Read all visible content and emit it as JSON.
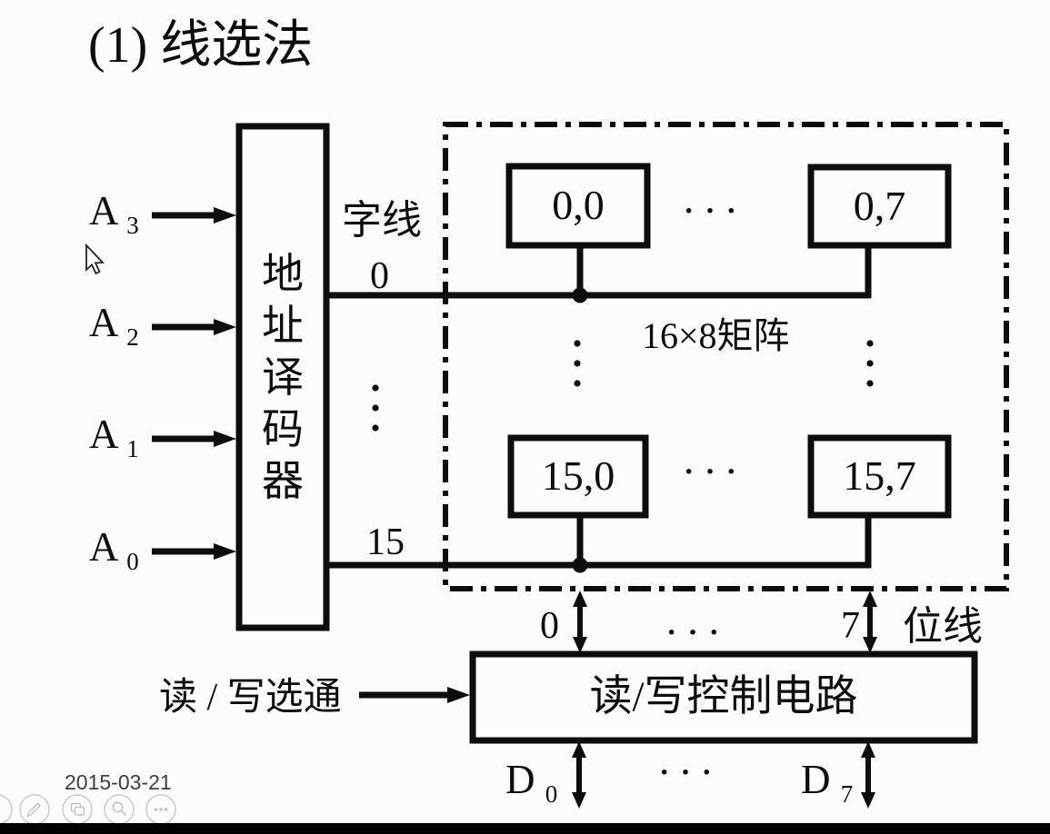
{
  "slide": {
    "title": "(1) 线选法",
    "address_inputs": [
      {
        "name": "A",
        "sub": "3"
      },
      {
        "name": "A",
        "sub": "2"
      },
      {
        "name": "A",
        "sub": "1"
      },
      {
        "name": "A",
        "sub": "0"
      }
    ],
    "decoder": {
      "label": "地址译码器",
      "chars": [
        "地",
        "址",
        "译",
        "码",
        "器"
      ]
    },
    "word_lines": {
      "label": "字线",
      "first": "0",
      "last": "15"
    },
    "matrix": {
      "label": "16×8矩阵",
      "cells": [
        {
          "label": "0,0"
        },
        {
          "label": "0,7"
        },
        {
          "label": "15,0"
        },
        {
          "label": "15,7"
        }
      ],
      "row_ellipsis": "···"
    },
    "bit_lines": {
      "label": "位线",
      "first": "0",
      "last": "7",
      "ellipsis": "···"
    },
    "control_box": {
      "label": "读/写控制电路"
    },
    "rw_strobe": {
      "label": "读 / 写选通"
    },
    "data_lines": {
      "first": {
        "name": "D",
        "sub": "0"
      },
      "last": {
        "name": "D",
        "sub": "7"
      },
      "ellipsis": "···"
    }
  },
  "footer": {
    "date": "2015-03-21"
  },
  "toolbar": {
    "icons": [
      "partial-circle",
      "pen",
      "copy",
      "magnifier",
      "more"
    ]
  },
  "colors": {
    "ink": "#0d0d0d",
    "footer_bar": "#010101",
    "date_text": "#3e3e3e",
    "toolbar_icon": "#c8c8c8"
  }
}
